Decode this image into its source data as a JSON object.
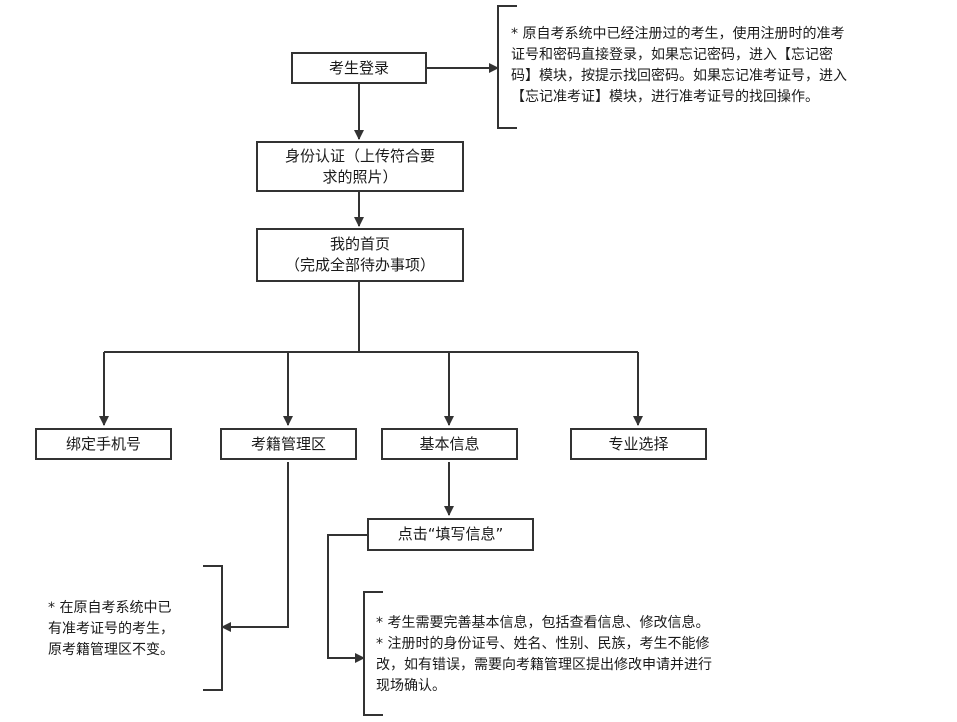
{
  "nodes": {
    "login": "考生登录",
    "identity_line1": "身份认证（上传符合要",
    "identity_line2": "求的照片）",
    "home_line1": "我的首页",
    "home_line2": "（完成全部待办事项）",
    "bind_phone": "绑定手机号",
    "registry": "考籍管理区",
    "basic_info": "基本信息",
    "major": "专业选择",
    "fill_info": "点击“填写信息”"
  },
  "notes": {
    "login": [
      "* 原自考系统中已经注册过的考生，使用注册时的准考",
      "证号和密码直接登录，如果忘记密码，进入【忘记密",
      "码】模块，按提示找回密码。如果忘记准考证号，进入",
      "【忘记准考证】模块，进行准考证号的找回操作。"
    ],
    "registry": [
      "* 在原自考系统中已",
      "有准考证号的考生，",
      "原考籍管理区不变。"
    ],
    "fill_info": [
      "* 考生需要完善基本信息，包括查看信息、修改信息。",
      "* 注册时的身份证号、姓名、性别、民族，考生不能修",
      "改，如有错误，需要向考籍管理区提出修改申请并进行",
      "现场确认。"
    ]
  }
}
